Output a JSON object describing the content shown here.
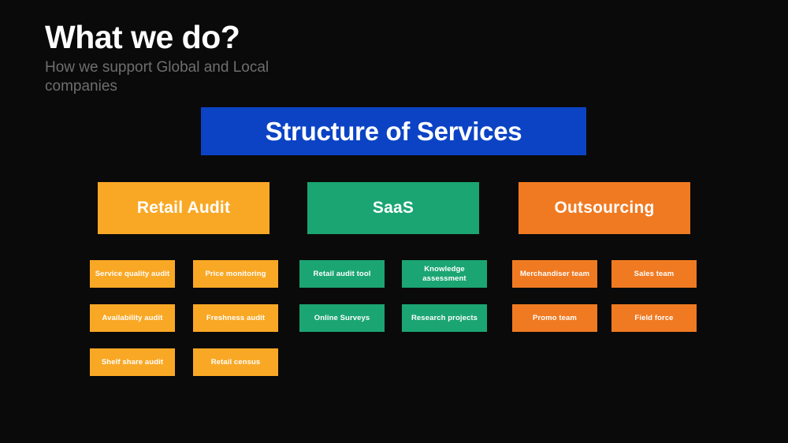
{
  "slide": {
    "background_color": "#0a0a0a",
    "title": "What we do?",
    "subtitle": "How we support Global and Local companies"
  },
  "banner": {
    "label": "Structure of Services",
    "color": "#0b43c4",
    "text_color": "#ffffff"
  },
  "palette": {
    "amber": "#f9a825",
    "green": "#1ba572",
    "orange": "#f07a22",
    "blue": "#0b43c4",
    "white": "#ffffff",
    "subtitle_gray": "#6e6e6e",
    "background": "#0a0a0a"
  },
  "categories": [
    {
      "label": "Retail Audit",
      "color": "#f9a825",
      "columns": [
        {
          "items": [
            "Service quality audit",
            "Availability audit",
            "Shelf share audit"
          ]
        },
        {
          "items": [
            "Price monitoring",
            "Freshness audit",
            "Retail census"
          ]
        }
      ]
    },
    {
      "label": "SaaS",
      "color": "#1ba572",
      "columns": [
        {
          "items": [
            "Retail audit tool",
            "Online Surveys"
          ]
        },
        {
          "items": [
            "Knowledge assessment",
            "Research projects"
          ]
        }
      ]
    },
    {
      "label": "Outsourcing",
      "color": "#f07a22",
      "columns": [
        {
          "items": [
            "Merchandiser team",
            "Sales team"
          ]
        },
        {
          "items": [
            "Promo team",
            "Field force"
          ]
        }
      ]
    }
  ],
  "services_flat": [
    {
      "label": "Service quality audit",
      "color": "#f9a825",
      "col": 0,
      "row": 0
    },
    {
      "label": "Price monitoring",
      "color": "#f9a825",
      "col": 1,
      "row": 0
    },
    {
      "label": "Retail audit tool",
      "color": "#1ba572",
      "col": 2,
      "row": 0
    },
    {
      "label": "Knowledge assessment",
      "color": "#1ba572",
      "col": 3,
      "row": 0
    },
    {
      "label": "Merchandiser team",
      "color": "#f07a22",
      "col": 4,
      "row": 0
    },
    {
      "label": "Sales team",
      "color": "#f07a22",
      "col": 5,
      "row": 0
    },
    {
      "label": "Availability audit",
      "color": "#f9a825",
      "col": 0,
      "row": 1
    },
    {
      "label": "Freshness audit",
      "color": "#f9a825",
      "col": 1,
      "row": 1
    },
    {
      "label": "Online Surveys",
      "color": "#1ba572",
      "col": 2,
      "row": 1
    },
    {
      "label": "Research projects",
      "color": "#1ba572",
      "col": 3,
      "row": 1
    },
    {
      "label": "Promo team",
      "color": "#f07a22",
      "col": 4,
      "row": 1
    },
    {
      "label": "Field force",
      "color": "#f07a22",
      "col": 5,
      "row": 1
    },
    {
      "label": "Shelf share audit",
      "color": "#f9a825",
      "col": 0,
      "row": 2
    },
    {
      "label": "Retail census",
      "color": "#f9a825",
      "col": 1,
      "row": 2
    }
  ]
}
